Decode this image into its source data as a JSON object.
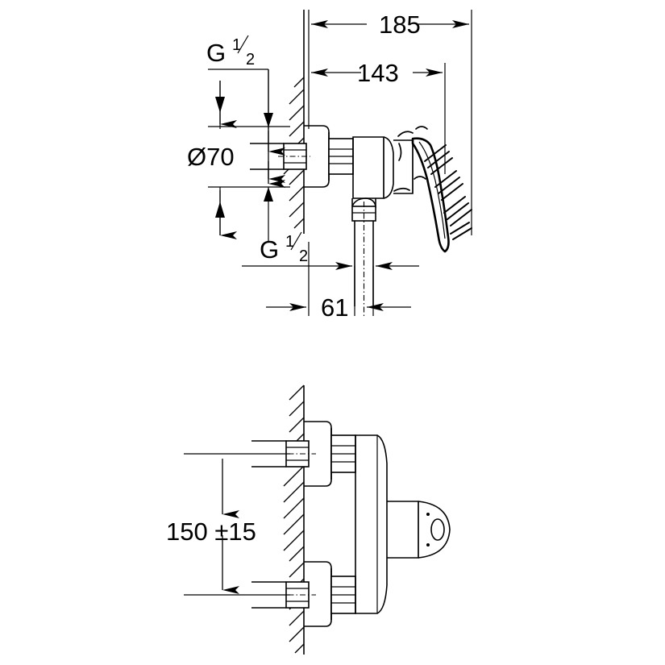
{
  "document": {
    "title": "Shower mixer technical dimension drawing",
    "units": "mm",
    "line_color": "#000000",
    "background_color": "#ffffff"
  },
  "views": {
    "top": {
      "name": "side-section-view",
      "description": "Side sectional view of wall-mounted single-lever shower mixer"
    },
    "bottom": {
      "name": "front-view",
      "description": "Front elevation view showing mounting centres"
    }
  },
  "dimensions": {
    "overall_projection": {
      "label": "185",
      "value": 185
    },
    "body_projection": {
      "label": "143",
      "value": 143
    },
    "outlet_offset": {
      "label": "61",
      "value": 61
    },
    "escutcheon_diameter": {
      "label": "Ø70",
      "value": 70,
      "symbol": "Ø"
    },
    "mounting_centres": {
      "label": "150 ±15",
      "nominal": 150,
      "tolerance": 15
    }
  },
  "annotations": {
    "inlet_thread": {
      "letter": "G",
      "numerator": "1",
      "denominator": "2",
      "label": "G 1/2"
    },
    "outlet_thread": {
      "letter": "G",
      "numerator": "1",
      "denominator": "2",
      "label": "G 1/2"
    }
  }
}
